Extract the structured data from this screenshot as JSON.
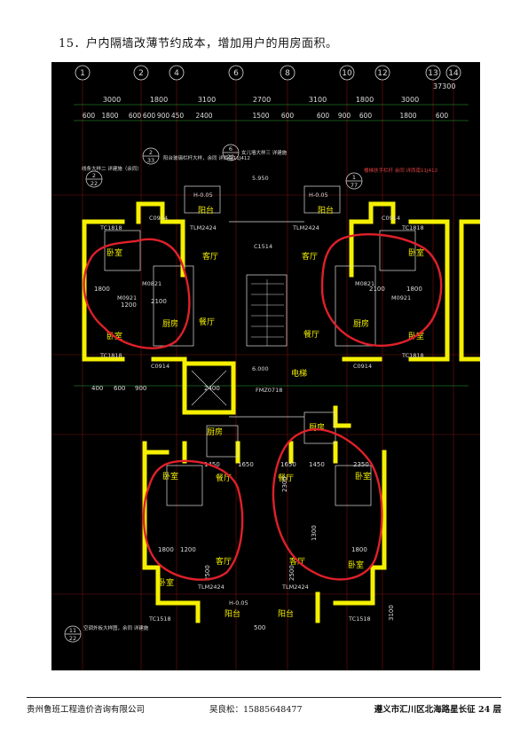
{
  "page": {
    "heading": "15．户内隔墙改薄节约成本，增加用户的用房面积。"
  },
  "drawing": {
    "axis_labels": [
      "1",
      "2",
      "4",
      "6",
      "8",
      "10",
      "12",
      "13",
      "14"
    ],
    "overall_dim": "37300",
    "dims_row1": [
      "3000",
      "1800",
      "3100",
      "2700",
      "3100",
      "1800",
      "3000"
    ],
    "dims_row2": [
      "600",
      "1800",
      "600",
      "600",
      "900",
      "450",
      "2400",
      "1500",
      "600",
      "600",
      "900",
      "600",
      "1800",
      "600"
    ],
    "room_labels": {
      "bedroom": "卧室",
      "living": "客厅",
      "kitchen": "厨房",
      "dining": "餐厅",
      "balcony": "阳台",
      "elevator": "电梯"
    },
    "callouts": [
      {
        "num": "2",
        "sub": "22",
        "text": "线条大样二 详建施（余同）"
      },
      {
        "num": "2",
        "sub": "33",
        "text": "阳台玻璃栏杆大样，余同 详西南11J412"
      },
      {
        "num": "6",
        "sub": "22",
        "text": "女儿墙大样三 详建施"
      },
      {
        "num": "1",
        "sub": "77",
        "text": "楼梯扶手栏杆 余同 详西南11J412"
      },
      {
        "num": "11",
        "sub": "22",
        "text": "空调外板大样图，余同 详建施"
      }
    ],
    "tags": [
      "C0914",
      "TC1818",
      "TLM2424",
      "C1514",
      "M0921",
      "M0821",
      "TC1518",
      "FMZ0718",
      "H-0.05",
      "5.950",
      "6.000"
    ],
    "inner_dims": [
      "1800",
      "2100",
      "1200",
      "1450",
      "1650",
      "2350",
      "2300",
      "2500",
      "3100",
      "1300",
      "500",
      "400",
      "600",
      "900",
      "2400"
    ]
  },
  "footer": {
    "company": "贵州鲁班工程造价咨询有限公司",
    "contact": "吴良松：15885648477",
    "address": "遵义市汇川区北海路星长征 24 层"
  }
}
